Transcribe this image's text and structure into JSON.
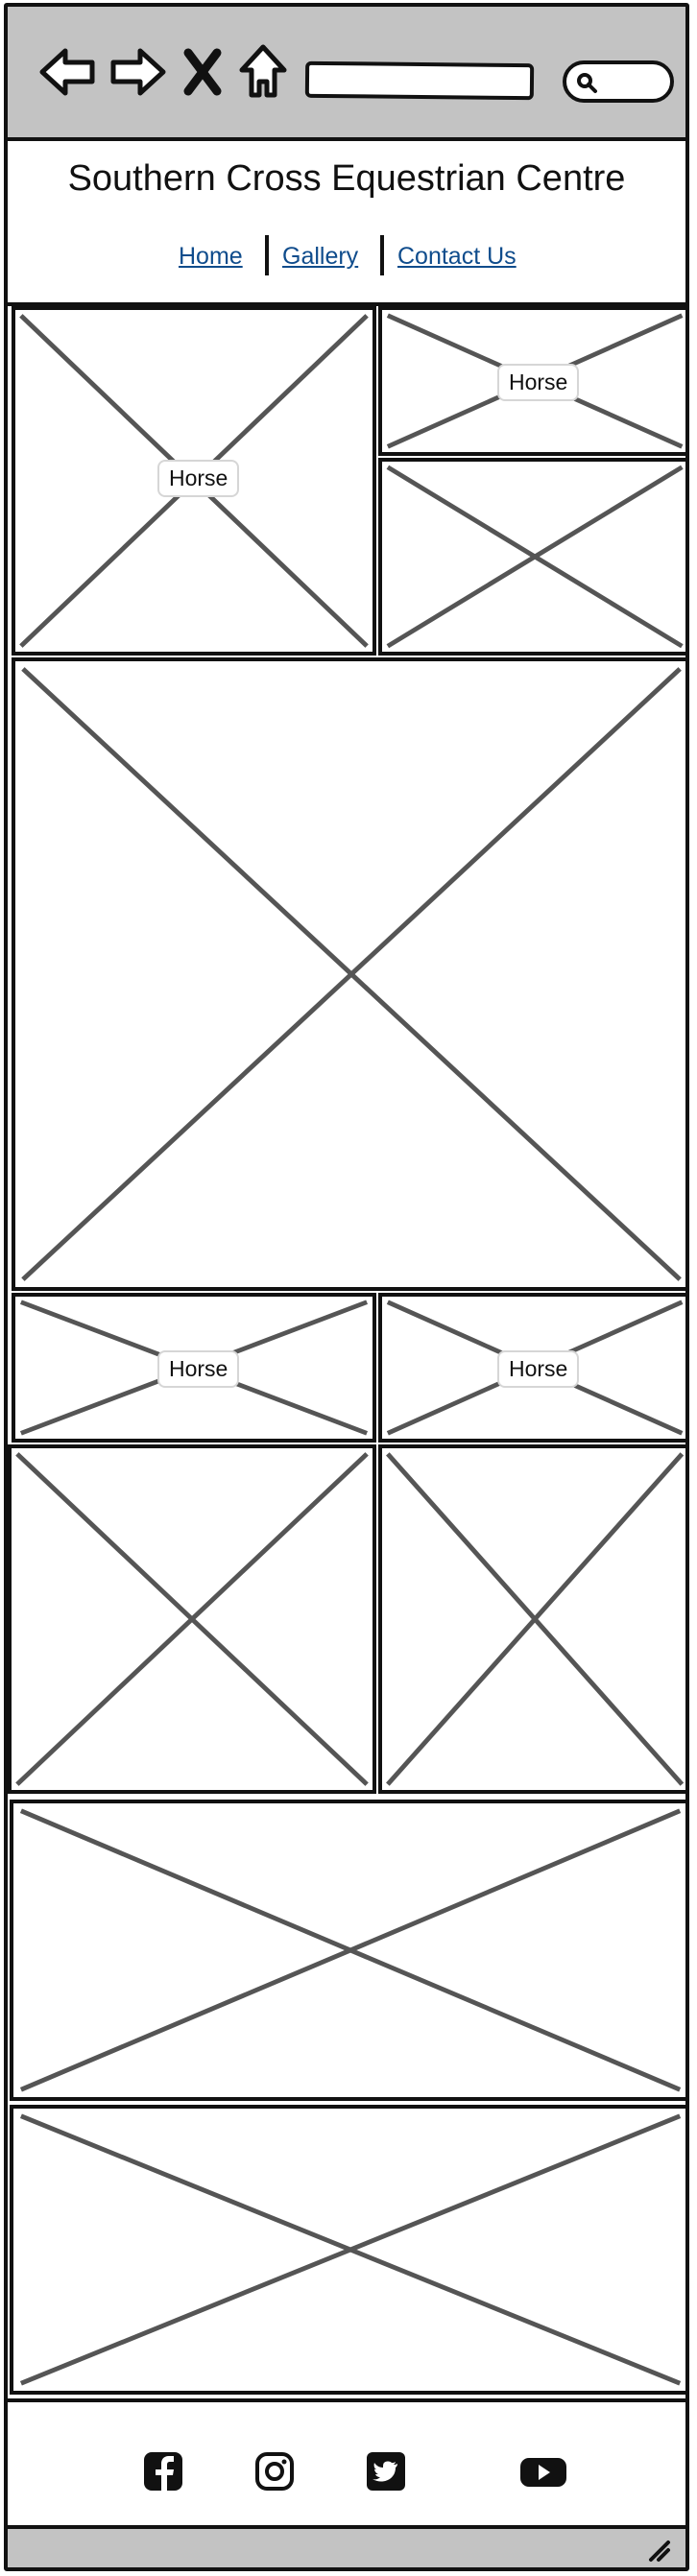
{
  "site": {
    "title": "Southern Cross Equestrian Centre"
  },
  "browser": {
    "icons": [
      "back-arrow-icon",
      "forward-arrow-icon",
      "close-icon",
      "home-icon",
      "search-icon"
    ],
    "url_value": "",
    "search_value": ""
  },
  "nav": {
    "items": [
      {
        "label": "Home"
      },
      {
        "label": "Gallery"
      },
      {
        "label": "Contact Us"
      }
    ]
  },
  "gallery": {
    "tags": [
      "Horse",
      "Horse",
      "Horse",
      "Horse"
    ]
  },
  "footer": {
    "icons": [
      "facebook-icon",
      "instagram-icon",
      "twitter-icon",
      "youtube-icon"
    ]
  },
  "colors": {
    "chrome": "#c3c3c3",
    "stroke": "#111111",
    "link": "#0f4c8c",
    "placeholder_x": "#555555"
  }
}
